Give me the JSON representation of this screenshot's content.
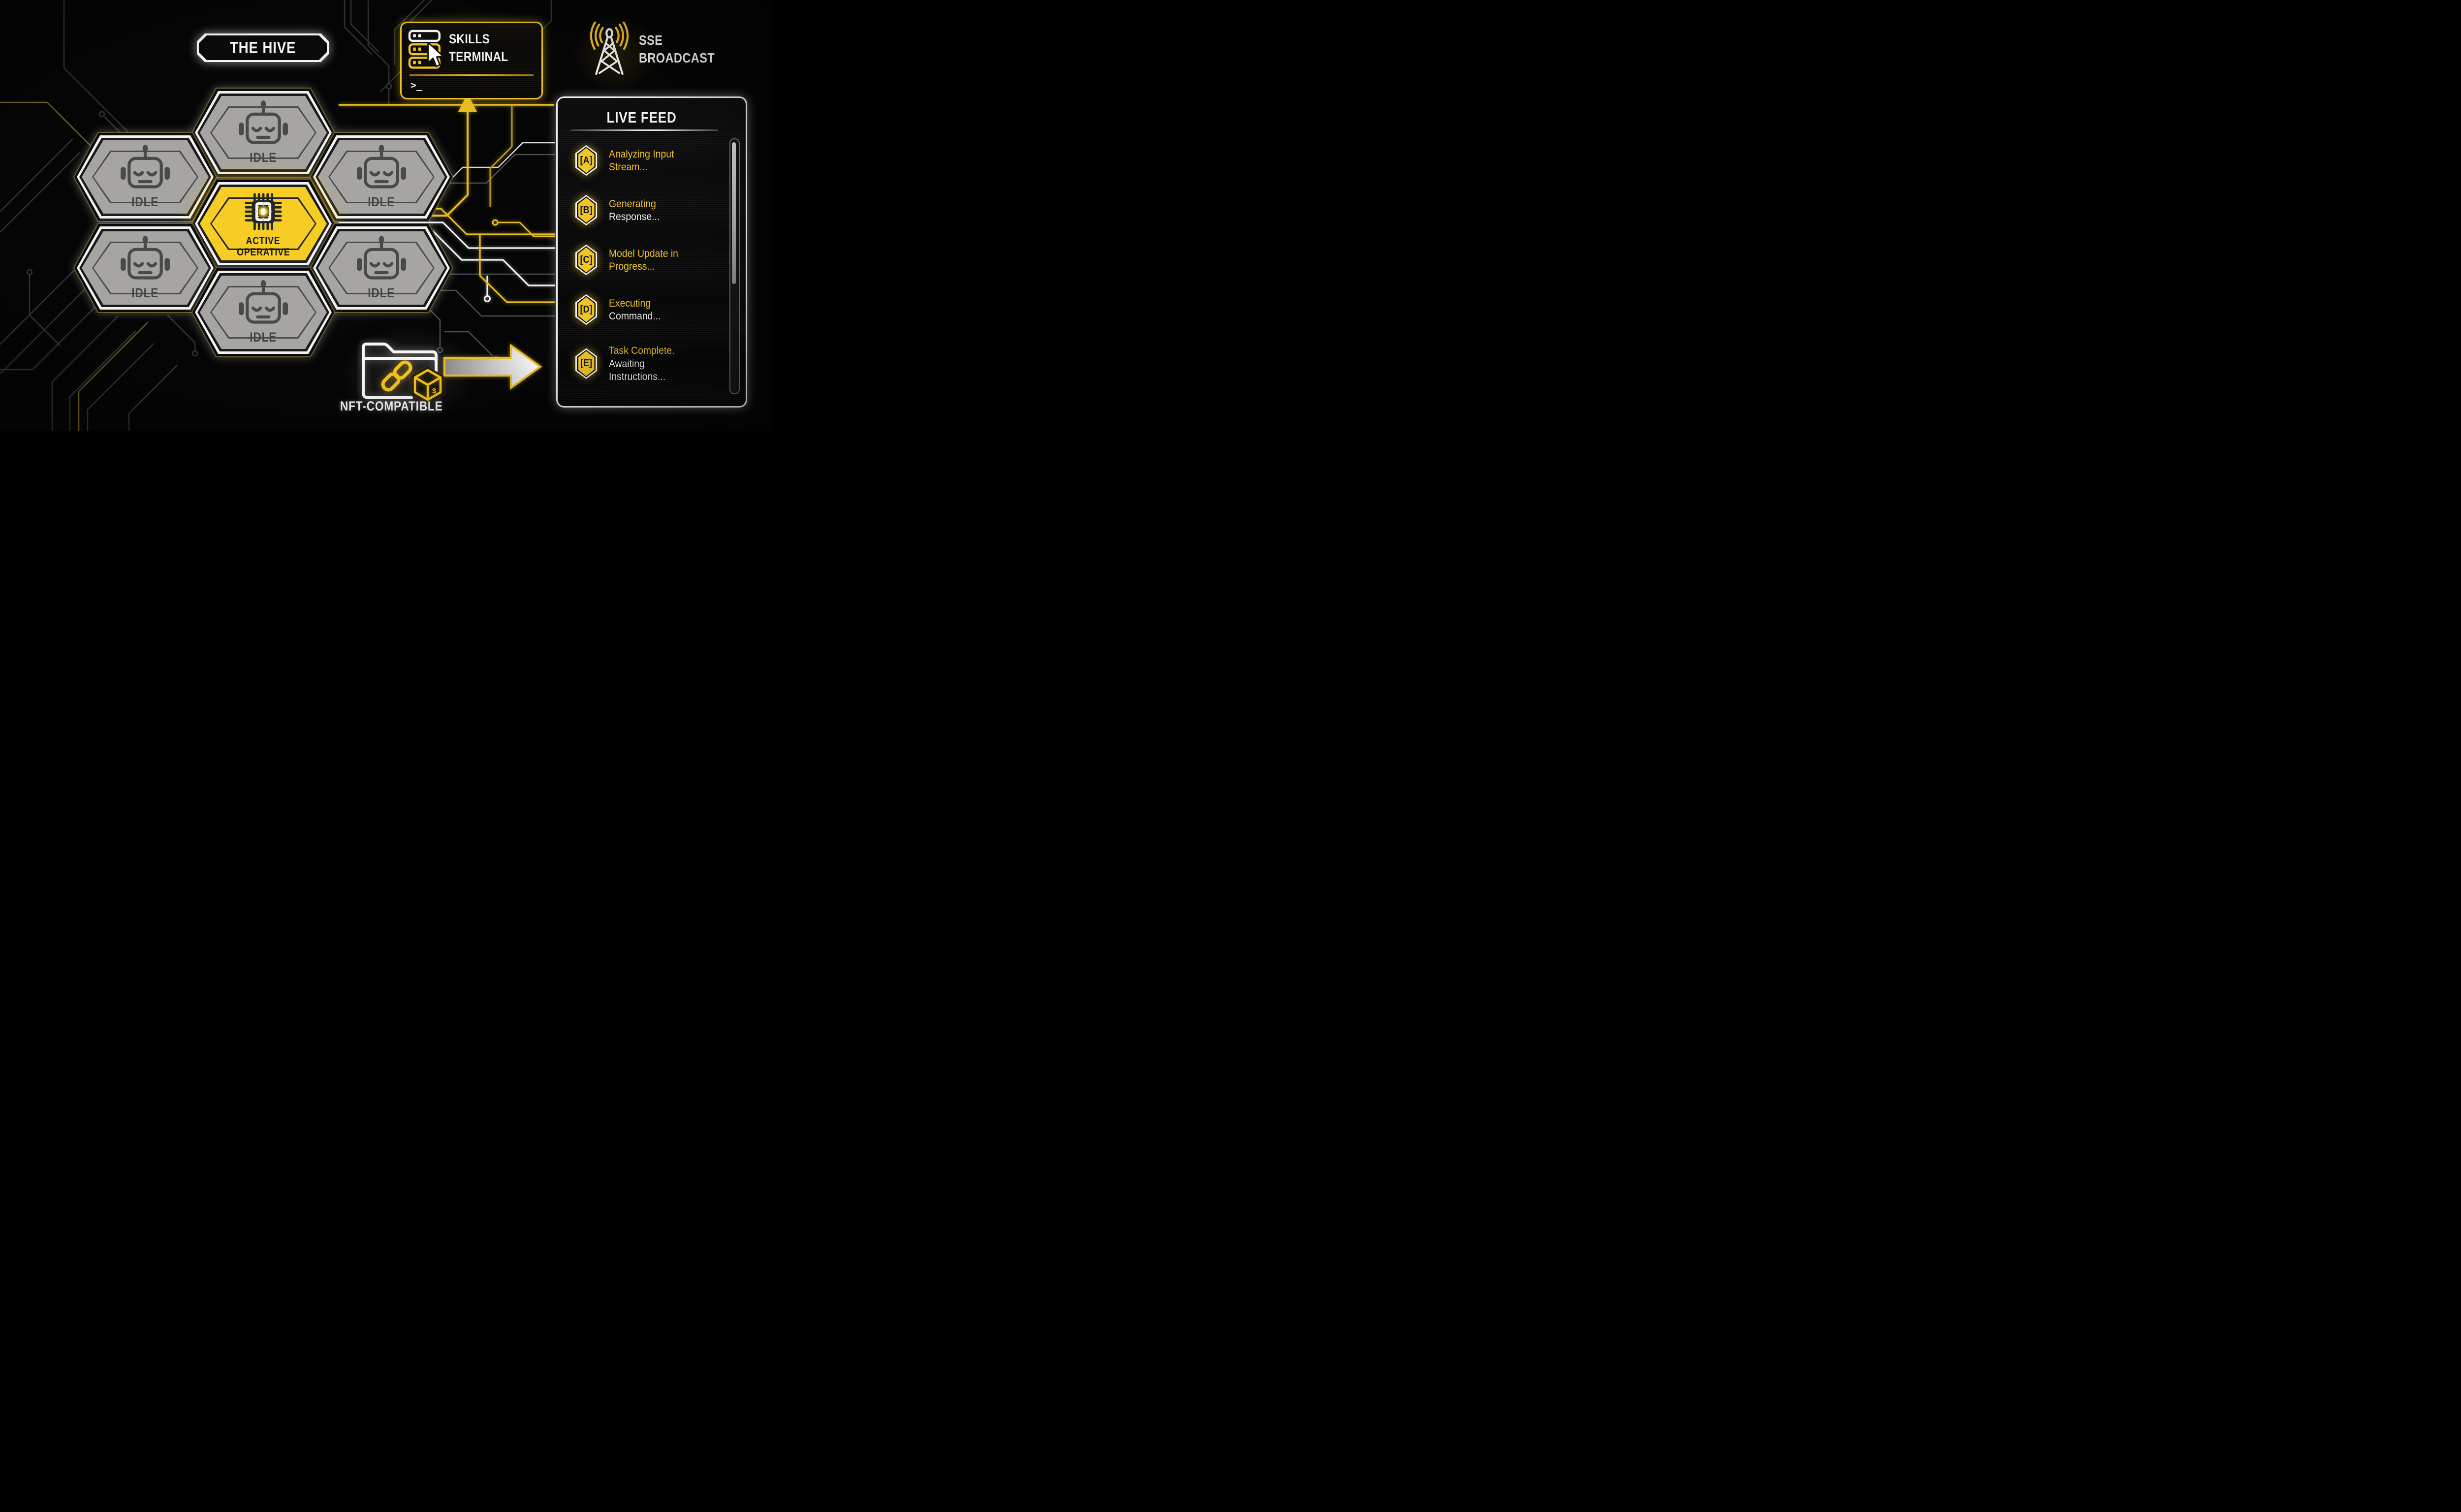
{
  "hive": {
    "title": "THE HIVE",
    "idle_label": "IDLE",
    "cells": [
      {
        "position": "top",
        "state": "idle",
        "label": "IDLE"
      },
      {
        "position": "upper-left",
        "state": "idle",
        "label": "IDLE"
      },
      {
        "position": "upper-right",
        "state": "idle",
        "label": "IDLE"
      },
      {
        "position": "center",
        "state": "active",
        "label": "ACTIVE OPERATIVE",
        "label_line1": "ACTIVE",
        "label_line2": "OPERATIVE"
      },
      {
        "position": "lower-left",
        "state": "idle",
        "label": "IDLE"
      },
      {
        "position": "lower-right",
        "state": "idle",
        "label": "IDLE"
      },
      {
        "position": "bottom",
        "state": "idle",
        "label": "IDLE"
      }
    ]
  },
  "skills_terminal": {
    "title_line1": "SKILLS",
    "title_line2": "TERMINAL",
    "prompt": ">_",
    "icon": "server-stack-icon"
  },
  "sse_broadcast": {
    "title_line1": "SSE",
    "title_line2": "BROADCAST",
    "icon": "broadcast-tower-icon"
  },
  "live_feed": {
    "title": "LIVE FEED",
    "items": [
      {
        "badge": "[A]",
        "lines": [
          {
            "text": "Analyzing Input",
            "color": "yellow"
          },
          {
            "text": "Stream...",
            "color": "yellow"
          }
        ]
      },
      {
        "badge": "[B]",
        "lines": [
          {
            "text": "Generating",
            "color": "yellow"
          },
          {
            "text": "Response...",
            "color": "white"
          }
        ]
      },
      {
        "badge": "[C]",
        "lines": [
          {
            "text": "Model Update in",
            "color": "yellow"
          },
          {
            "text": "Progress...",
            "color": "yellow"
          }
        ]
      },
      {
        "badge": "[D]",
        "lines": [
          {
            "text": "Executing",
            "color": "yellow"
          },
          {
            "text": "Command...",
            "color": "white"
          }
        ]
      },
      {
        "badge": "[E]",
        "lines": [
          {
            "text": "Task Complete.",
            "color": "yellow"
          },
          {
            "text": "Awaiting",
            "color": "white"
          },
          {
            "text": "Instructions...",
            "color": "white"
          }
        ]
      }
    ]
  },
  "nft": {
    "label": "NFT-COMPATIBLE",
    "icon": "linked-folder-icon",
    "cube_glyph": "$"
  },
  "colors": {
    "accent_yellow": "#f2c71d",
    "panel_border_yellow": "#ecc028",
    "active_hex_fill": "#f5cd25",
    "idle_hex_fill": "#a7a5a2",
    "robot_gray": "#4a4a4a",
    "feed_text_yellow": "#f0c32a",
    "background": "#050505",
    "trace_olive": "#6a5e27",
    "white": "#f2f2f2"
  }
}
